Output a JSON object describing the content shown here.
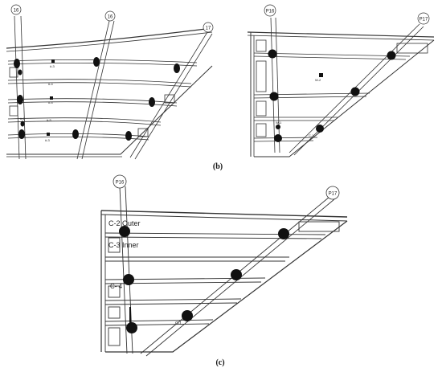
{
  "panel_a": {
    "gridline_labels": [
      "16",
      "16",
      "17"
    ],
    "marks": [
      "#-3",
      "#-4",
      "#-4",
      "#-3",
      "#-5",
      "#-2"
    ]
  },
  "panel_b": {
    "caption": "(b)",
    "gridline_labels": [
      "P16",
      "P17"
    ],
    "marks": [
      "W-2",
      "W-1",
      "C-1"
    ]
  },
  "panel_c": {
    "caption": "(c)",
    "gridline_labels": [
      "P16",
      "P17"
    ],
    "text": {
      "c2": "C-2 Outer",
      "c3": "C-3 Inner",
      "c4": "C- 4",
      "c1": "C-1"
    }
  }
}
